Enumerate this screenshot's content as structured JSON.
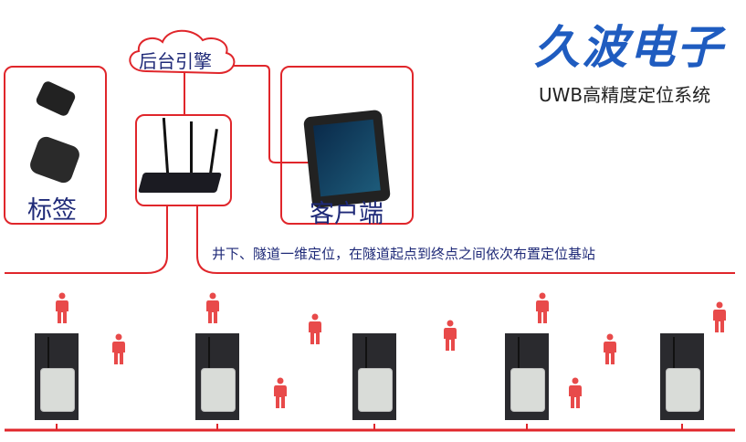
{
  "brand": {
    "logo": "久波电子",
    "subtitle": "UWB高精度定位系统",
    "logo_color": "#1f5cc0"
  },
  "nodes": {
    "engine": "后台引擎",
    "tags": "标签",
    "client": "客户端"
  },
  "caption": "井下、隧道一维定位，在隧道起点到终点之间依次布置定位基站",
  "colors": {
    "line": "#e0262b",
    "person": "#e84a4a",
    "text": "#1f2a78"
  },
  "stations_count": 5,
  "persons_count": 10
}
